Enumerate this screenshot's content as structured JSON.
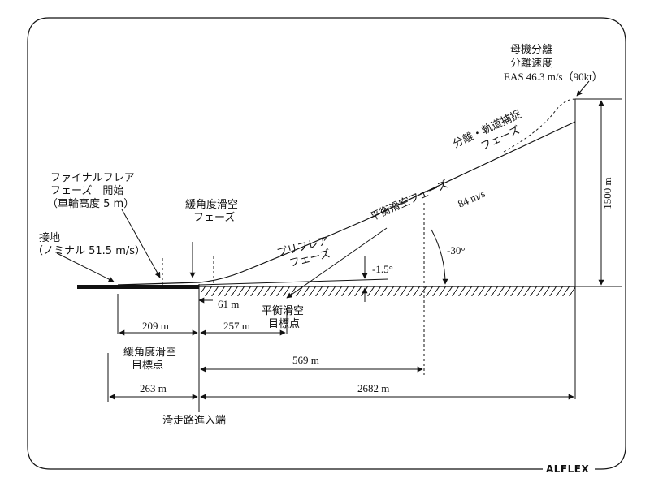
{
  "brand": "ALFLEX",
  "labels": {
    "separation_line1": "母機分離",
    "separation_line2": "分離速度",
    "separation_line3": "EAS 46.3 m/s（90kt）",
    "capture_phase_line1": "分離・軌道捕捉",
    "capture_phase_line2": "フェーズ",
    "equilibrium_phase": "平衡滑空フェーズ",
    "speed": "84 m/s",
    "preflare_line1": "プリフレア",
    "preflare_line2": "フェーズ",
    "final_flare_line1": "ファイナルフレア",
    "final_flare_line2": "フェーズ　開始",
    "final_flare_line3": "（車輪高度 5 m）",
    "shallow_phase_line1": "緩角度滑空",
    "shallow_phase_line2": "フェーズ",
    "touchdown_line1": "接地",
    "touchdown_line2": "（ノミナル 51.5 m/s）",
    "shallow_aim_line1": "緩角度滑空",
    "shallow_aim_line2": "目標点",
    "equilibrium_aim_line1": "平衡滑空",
    "equilibrium_aim_line2": "目標点",
    "runway_threshold": "滑走路進入端",
    "angle_shallow": "-1.5°",
    "angle_steep": "-30°",
    "height": "1500 m"
  },
  "distances": {
    "d61": "61 m",
    "d209": "209 m",
    "d257": "257 m",
    "d569": "569 m",
    "d263": "263 m",
    "d2682": "2682 m"
  }
}
